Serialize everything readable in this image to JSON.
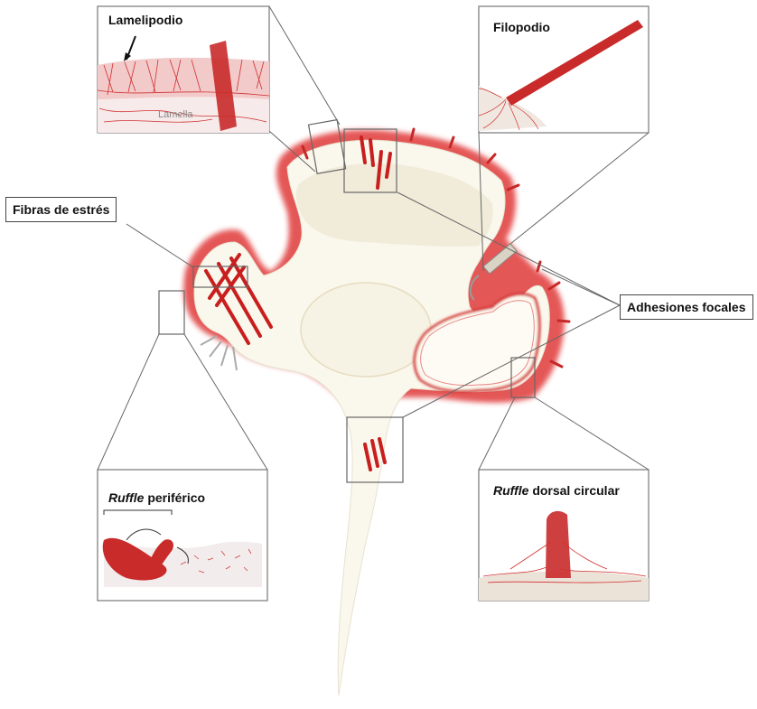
{
  "labels": {
    "lamelipodio": "Lamelipodio",
    "lamella": "Lamella",
    "filopodio": "Filopodio",
    "fibras": "Fibras de estrés",
    "adhesiones": "Adhesiones focales",
    "ruffle_word": "Ruffle",
    "ruffle_periferico_rest": "periférico",
    "ruffle_dorsal_rest": "dorsal circular"
  },
  "colors": {
    "actin_red": "#d42a2a",
    "cytoplasm": "#faf7ec",
    "inner_cytoplasm": "#efe9d6"
  }
}
